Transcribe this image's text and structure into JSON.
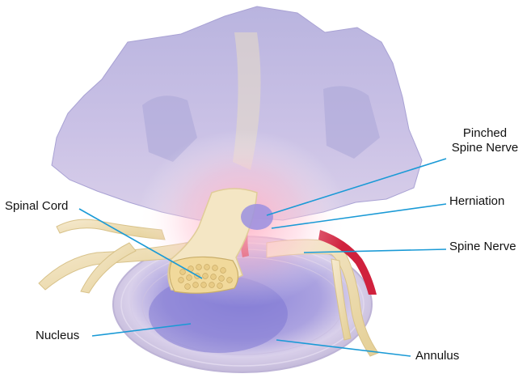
{
  "labels": {
    "pinched_line1": "Pinched",
    "pinched_line2": "Spine Nerve",
    "herniation": "Herniation",
    "spine_nerve": "Spine Nerve",
    "spinal_cord": "Spinal Cord",
    "nucleus": "Nucleus",
    "annulus": "Annulus"
  },
  "colors": {
    "leader_line": "#1a9ad6",
    "bone": "#c9c3e6",
    "nerve": "#f1e2b4",
    "artery": "#d0213d",
    "disc_ring": "#cfc6e4",
    "nucleus": "#8f86d8",
    "glow": "#ff9ab4"
  }
}
